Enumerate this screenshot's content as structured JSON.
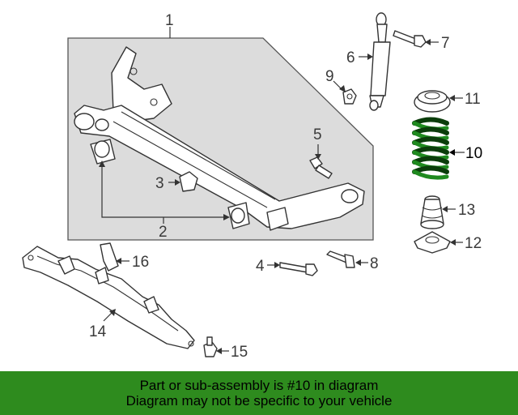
{
  "colors": {
    "highlight": "#1f8a1f",
    "footer_bg": "#2e8b1e",
    "line": "#333333",
    "panel_bg": "#dcdcdc"
  },
  "callouts": {
    "p1": "1",
    "p2": "2",
    "p3": "3",
    "p4": "4",
    "p5": "5",
    "p6": "6",
    "p7": "7",
    "p8": "8",
    "p9": "9",
    "p10": "10",
    "p11": "11",
    "p12": "12",
    "p13": "13",
    "p14": "14",
    "p15": "15",
    "p16": "16"
  },
  "footer": {
    "line1": "Part or sub-assembly is #10 in diagram",
    "line2": "Diagram may not be specific to your vehicle"
  }
}
